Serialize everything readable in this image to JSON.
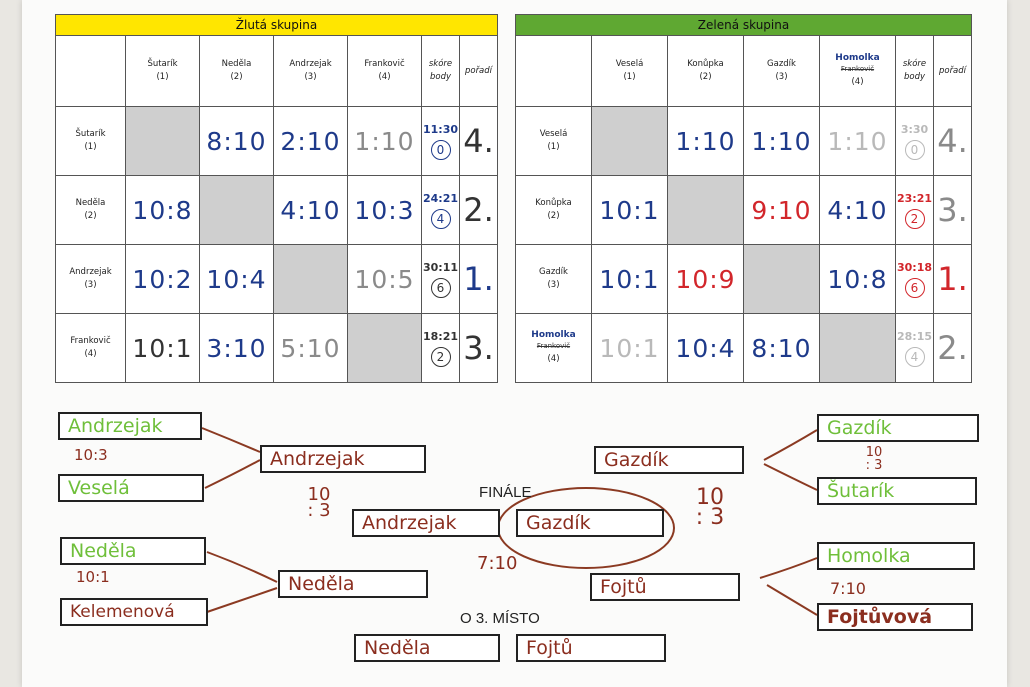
{
  "yellow": {
    "title": "Žlutá skupina",
    "color": "#ffe600",
    "players": [
      {
        "name": "Šutarík",
        "no": "(1)"
      },
      {
        "name": "Neděla",
        "no": "(2)"
      },
      {
        "name": "Andrzejak",
        "no": "(3)"
      },
      {
        "name": "Frankovič",
        "no": "(4)"
      }
    ],
    "skore_label": "skóre",
    "body_label": "body",
    "poradi_label": "pořadí",
    "rows": [
      {
        "cells": [
          "",
          "8:10",
          "2:10",
          "1:10"
        ],
        "skore": "11:30",
        "body": "0",
        "poradi": "4."
      },
      {
        "cells": [
          "10:8",
          "",
          "4:10",
          "10:3"
        ],
        "skore": "24:21",
        "body": "4",
        "poradi": "2."
      },
      {
        "cells": [
          "10:2",
          "10:4",
          "",
          "10:5"
        ],
        "skore": "30:11",
        "body": "6",
        "poradi": "1."
      },
      {
        "cells": [
          "10:1",
          "3:10",
          "5:10",
          ""
        ],
        "skore": "18:21",
        "body": "2",
        "poradi": "3."
      }
    ]
  },
  "green": {
    "title": "Zelená skupina",
    "color": "#5fa832",
    "players": [
      {
        "name": "Veselá",
        "no": "(1)"
      },
      {
        "name": "Konůpka",
        "no": "(2)"
      },
      {
        "name": "Gazdík",
        "no": "(3)"
      },
      {
        "name": "Frankovič",
        "no": "(4)",
        "handwritten": "Homolka"
      }
    ],
    "skore_label": "skóre",
    "body_label": "body",
    "poradi_label": "pořadí",
    "rows": [
      {
        "cells": [
          "",
          "1:10",
          "1:10",
          "1:10"
        ],
        "skore": "3:30",
        "body": "0",
        "poradi": "4."
      },
      {
        "cells": [
          "10:1",
          "",
          "9:10",
          "4:10"
        ],
        "skore": "23:21",
        "body": "2",
        "poradi": "3.",
        "skore_extra": "23:21"
      },
      {
        "cells": [
          "10:1",
          "10:9",
          "",
          "10:8"
        ],
        "skore": "30:18",
        "body": "6",
        "poradi": "1."
      },
      {
        "cells": [
          "10:1",
          "10:4",
          "8:10",
          ""
        ],
        "skore": "28:15",
        "body": "4",
        "poradi": "2."
      }
    ]
  },
  "bracket": {
    "left_q": [
      "Andrzejak",
      "Veselá",
      "Neděla",
      "Kelemenová"
    ],
    "left_q_scores": [
      "10:3",
      "10:1"
    ],
    "left_semi": [
      "Andrzejak",
      "Neděla"
    ],
    "left_semi_score": "10 : 3",
    "right_q": [
      "Gazdík",
      "Šutarík",
      "Homolka",
      "Fojtůvová"
    ],
    "right_q_scores": [
      "10 : 3",
      "7:10"
    ],
    "right_semi": [
      "Gazdík",
      "Fojtů"
    ],
    "final_label": "FINÁLE",
    "final": [
      "Andrzejak",
      "Gazdík"
    ],
    "final_score_left": "7:10",
    "final_score_right": "10 : 3",
    "third_label": "O 3. MÍSTO",
    "third": [
      "Neděla",
      "Fojtů"
    ]
  }
}
